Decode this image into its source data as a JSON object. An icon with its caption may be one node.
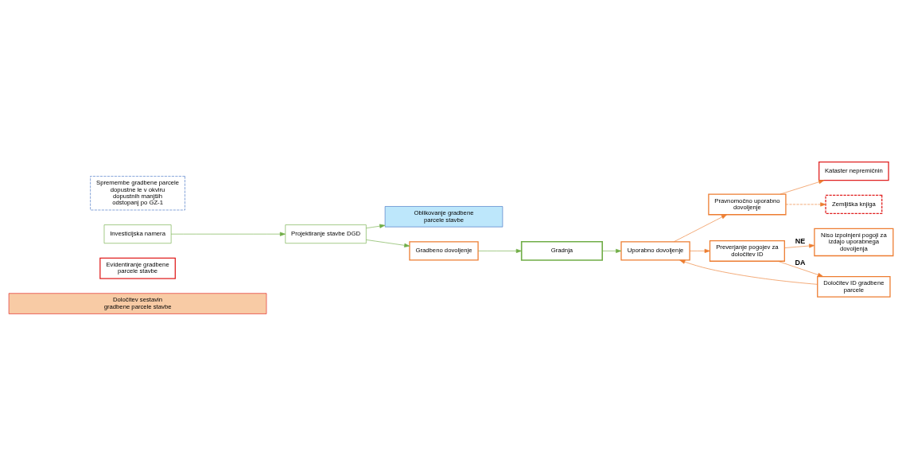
{
  "diagram": {
    "nodes": [
      {
        "text": [
          "Določitev sestavin gradbene parcele stavbe"
        ]
      },
      {
        "text": [
          "Evidentiranje gradbene parcele stavbe"
        ]
      },
      {
        "text": [
          "Oblikovanje gradbene parcele stavbe"
        ]
      },
      {
        "text": [
          "Investicijska namera"
        ]
      },
      {
        "text": [
          "Projektiranje stavbe DGD"
        ]
      },
      {
        "text": [
          "Gradbeno dovoljenje"
        ]
      },
      {
        "text": [
          "Gradnja"
        ]
      },
      {
        "text": [
          "Uporabno dovoljenje"
        ]
      },
      {
        "text": [
          "Pravnomočno uporabno dovoljenje"
        ]
      },
      {
        "text": [
          "Kataster nepremičnin"
        ]
      },
      {
        "text": [
          "Zemljiška knjiga"
        ]
      },
      {
        "text": [
          "Spremembe gradbene parcele dopustne le v okviru dopustnih manjših odstopanj po GZ-1"
        ]
      },
      {
        "text": [
          "Preverjanje pogojev za določitev ID"
        ]
      },
      {
        "text": [
          "Niso izpolnjeni pogoji za izdajo uporabnega dovoljenja"
        ]
      },
      {
        "text": [
          "Določitev ID gradbene parcele"
        ]
      }
    ],
    "edges": [
      {
        "from": 3,
        "to": 4,
        "arrow": "to",
        "color": "#70ad47"
      },
      {
        "from": 4,
        "to": 2,
        "arrow": "to",
        "color": "#70ad47"
      },
      {
        "from": 4,
        "to": 5,
        "arrow": "to",
        "color": "#70ad47"
      },
      {
        "from": 5,
        "to": 6,
        "arrow": "to",
        "color": "#70ad47"
      },
      {
        "from": 6,
        "to": 7,
        "arrow": "to",
        "color": "#70ad47"
      },
      {
        "from": 7,
        "to": 8,
        "arrow": "to"
      },
      {
        "from": 8,
        "to": 9,
        "arrow": "to"
      },
      {
        "from": 8,
        "to": 10,
        "arrow": "to",
        "style": "dashed"
      },
      {
        "from": 7,
        "to": 12,
        "arrow": "to"
      },
      {
        "from": 12,
        "to": 13,
        "arrow": "to",
        "label": "NE"
      },
      {
        "from": 12,
        "to": 14,
        "arrow": "to",
        "label": "DA"
      },
      {
        "from": 14,
        "to": 7,
        "arrow": "to"
      }
    ]
  }
}
